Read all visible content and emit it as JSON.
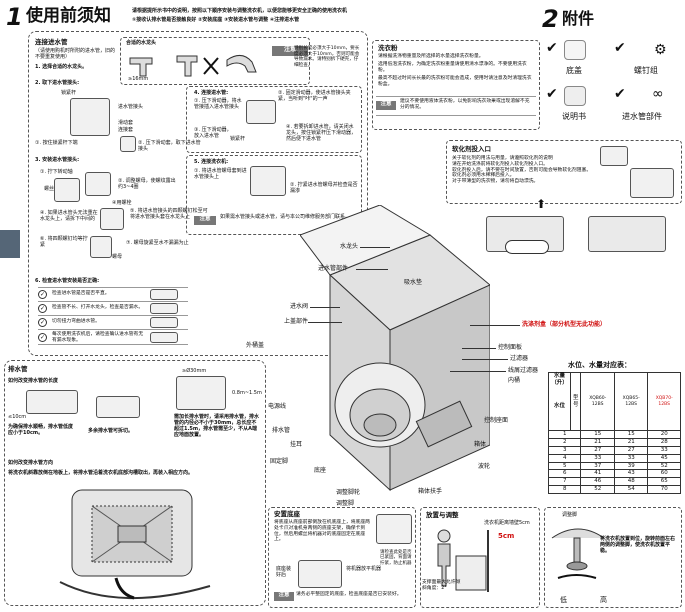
{
  "header": {
    "section1_number": "1",
    "section1_title": "使用前须知",
    "section1_note_line1": "请根据提所示书中的说明，按照以下顺序安装与调整洗衣机，以便您能够更安全正确的使用洗衣机",
    "section1_note_line2": "①接收认排水管是否接触良好  ②安装底座  ③安装进水管与调整  ④注排进水管",
    "section2_number": "2",
    "section2_title": "附件"
  },
  "inlet_hose": {
    "title": "连接进水管",
    "note": "（请使用购机时所附的进水管，旧的不要重复使用）",
    "step1": "1. 选择合适的水龙头。",
    "faucet_box_title": "合适的水龙头",
    "faucet_dim": "≥16mm",
    "attention_label": "注意",
    "attention_text": "特别长度必须大于10mm，要长度必须大于10mm，否则可能会导致漏水。请特别拆下硬壳，仔细检查。",
    "step2": "2. 取下进水管接头:",
    "lock_nut": "锁紧杆",
    "inlet_joint": "进水管接头",
    "sliding_sleeve": "滑动套",
    "connector": "连接套",
    "sub1": "①. 按住锁紧杆下端",
    "sub2": "②. 压下滑动套，取下进水管接头",
    "step3": "3. 安装进水管接头:",
    "s3_1": "①. 拧下转动轴",
    "screw": "螺丝",
    "s3_2": "②. 调整螺母，使螺纹露出约3~4圈",
    "s3_tap": "④用螺栓",
    "s3_4": "④. 如果进水管头无法重在水龙头上，请拆下中间的",
    "s3_5": "⑤. 将进水管接头的四颗螺钉松至可将进水管接头套在水龙头上",
    "s3_6": "⑥. 将四颗螺钉均等拧紧",
    "s3_7": "⑦. 螺母旋紧至水不漏漏为止",
    "screw_cap": "螺母",
    "step4": "4. 连接进水管:",
    "s4_1": "①. 压下滑动器，将水管接插入进水管接头",
    "s4_2": "②. 固定滑动器，使进水管接头夹紧，当听到\"咔\"的一声",
    "lock": "锁紧杆",
    "s4_3": "③. 压下滑动器，放入进水管",
    "s4_4": "④. 若要拆卸进水管，请关闭水龙头，按住锁紧杆压下滑动器，然后便下进水管",
    "step5": "5. 连接洗衣机:",
    "s5_1": "①. 将进水管螺母套到进水管接头上",
    "s5_2": "②. 拧紧进水管螺母并检查是否漏渗",
    "attention2_text": "如果需水管接头或进水管，请与本公司维修服务部门联系。",
    "check_title": "6. 检查进水管安装是否正确:",
    "checks": [
      "检查进水管是否是否平直。",
      "检查管不长、打开水龙头，检查是否漏水。",
      "切勿扭力弯曲进水管。",
      "每次使用洗衣机后，请检查确认进水管有无有漏水现象。"
    ]
  },
  "drain": {
    "title": "排水管",
    "sub1": "如何改变排水管的长度",
    "len1": "≤10cm",
    "note1": "为确保排水顺畅，排水管低度应小于10cm。",
    "note2": "多余排水管可拆切。",
    "dia": "≥Ø30mm",
    "hgt": "0.8m~1.5m",
    "note3": "需加长排水管时，请采用排水管，排水管的内径必不小于30mm，总长应不超过1.5m，排水管需至少，不从A端应地面放置。",
    "sub2": "如何改变排水管方向",
    "note4": "将洗衣机斜靠放倒在地板上，将排水管沿着洗衣机底部沟槽取出，再装入相应方向。"
  },
  "accessories": {
    "items": [
      {
        "name": "底盖"
      },
      {
        "name": "螺钉组"
      },
      {
        "name": "说明书"
      },
      {
        "name": "进水管部件"
      }
    ]
  },
  "detergent": {
    "title": "洗衣粉",
    "lines": [
      "请根据洗涤物重量及所选择的水量选择洗衣粉量。",
      "选用低泡洗衣粉，为确定洗衣粉重量请使用清水漂净的。不要使用洗衣粉。",
      "最高不超过时间长长最的洗衣粉可能会造成，使用时请注意及时清理洗衣粉盒。"
    ],
    "note": "建议不要使用液体洗衣粉，以免影响洗衣效果或出现溶解不充分的情况。"
  },
  "softener": {
    "title": "软化剂投入口",
    "lines": [
      "关于软化剂的用法与用量，请遵照软化剂的说明",
      "请在开始洗涤前将软化剂投入软化剂投入口。",
      "软化剂投入后，请不要在时间放置，否则可能会导致软化剂阻塞。",
      "软化剂必须用水稀释后投入。",
      "对于带薄型的洗衣物，请勿将自动漂洗。"
    ]
  },
  "machine_labels": {
    "faucet": "水龙头",
    "inlet_parts": "进水管部件",
    "water_seal": "吸水垫",
    "inlet_valve": "进水阀",
    "top_panel": "上盖部件",
    "outer_box": "外桶盖",
    "power_cord": "电源线",
    "drain_hose": "排水管",
    "hook": "挂耳",
    "fix_frame": "固定脚",
    "base": "底座",
    "adjust_foot": "调整脚轮",
    "adjust_foot2": "调整脚",
    "lid": "洗涤剂盒（部分机型无此功能）",
    "control_panel": "控制面板",
    "filter": "过滤器",
    "lint_filter": "线屑过滤器",
    "inner_tub": "内桶",
    "control_seat": "控制座面",
    "cabinet": "箱体",
    "pulsator": "波轮",
    "handle": "箱体扶手"
  },
  "water_table": {
    "title": "水位、水量对应表：",
    "col_level": "水位",
    "col_volume": "水量（升）",
    "col_model": "型号",
    "models": [
      "XQB60-12BS",
      "XQB65-12BS",
      "XQB70-12BS"
    ],
    "rows": [
      [
        "1",
        "15",
        "15",
        "20"
      ],
      [
        "2",
        "21",
        "21",
        "28"
      ],
      [
        "3",
        "27",
        "27",
        "33"
      ],
      [
        "4",
        "33",
        "33",
        "45"
      ],
      [
        "5",
        "37",
        "39",
        "52"
      ],
      [
        "6",
        "41",
        "43",
        "60"
      ],
      [
        "7",
        "46",
        "48",
        "65"
      ],
      [
        "8",
        "52",
        "54",
        "70"
      ]
    ]
  },
  "install_bottom": {
    "box1_title": "安置底座",
    "box1_text": "将底座从底座前部倒放在机底座上，将底座两处卡爪对准机身两侧的底座支架，确保卡到位，然后用螺丝将机器对的底座固定在底座上。",
    "box1_sub": "底座装好后",
    "box1_note": "将机器放平机器",
    "box1_attention": "请务必平整固定的底座，检查底座是否已安装好。",
    "box1_side": "请检查此处是否已紧固，背面请拧紧，防止机器",
    "box2_title": "放置与调整",
    "box2_dist": "洗衣机距离墙壁5cm",
    "box2_a": "5cm",
    "box2_text1": "支撑面最大允许倾斜角度：2°",
    "box2_b": "调整脚",
    "box2_text2": "将洗衣机放置到位，旋转前面左右两侧的调整脚，使洗衣机放置平稳。",
    "box2_low": "低",
    "box2_high": "高"
  }
}
